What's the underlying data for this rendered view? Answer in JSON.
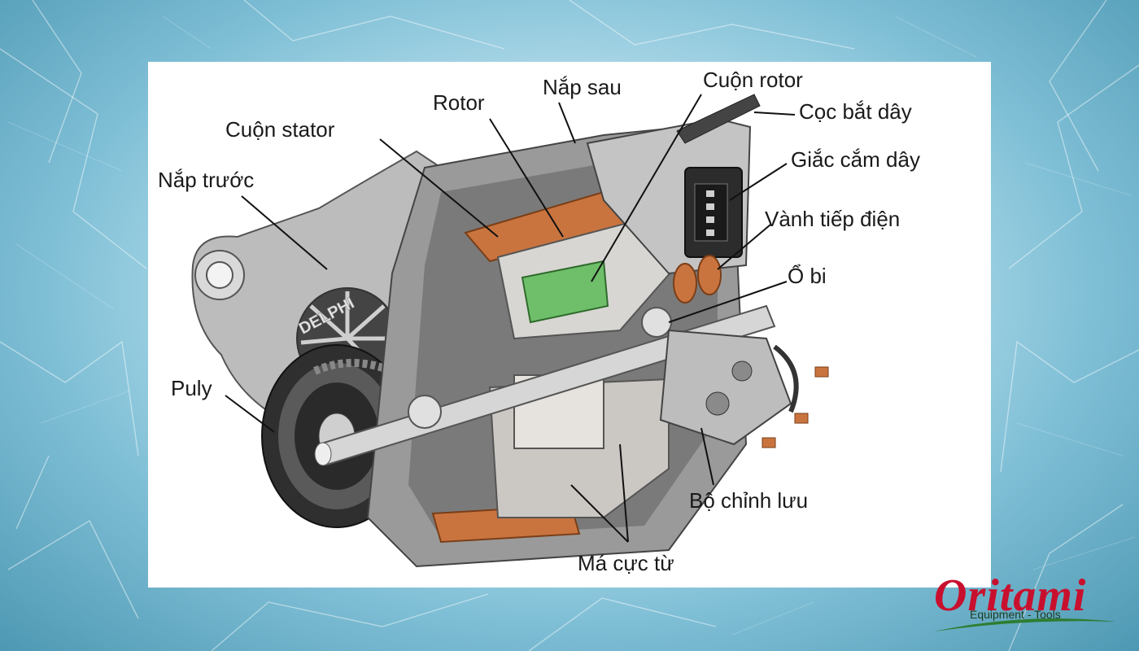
{
  "labels": {
    "nap_truoc": "Nắp trước",
    "cuon_stator": "Cuộn stator",
    "rotor": "Rotor",
    "nap_sau": "Nắp sau",
    "cuon_rotor": "Cuộn rotor",
    "coc_bat_day": "Cọc bắt dây",
    "giac_cam_day": "Giắc cắm dây",
    "vanh_tiep_dien": "Vành tiếp điện",
    "o_bi": "Ổ bi",
    "puly": "Puly",
    "bo_chinh_luu": "Bộ chỉnh lưu",
    "ma_cuc_tu": "Má cực từ"
  },
  "housing_text": "DELPHI",
  "logo": {
    "wordmark": "Oritami",
    "tagline": "Equipment - Tools"
  },
  "colors": {
    "brand_red": "#c8102e",
    "copper": "#c9743f",
    "rotor_green": "#6fbf6a",
    "housing_gray": "#b8b8b8"
  }
}
